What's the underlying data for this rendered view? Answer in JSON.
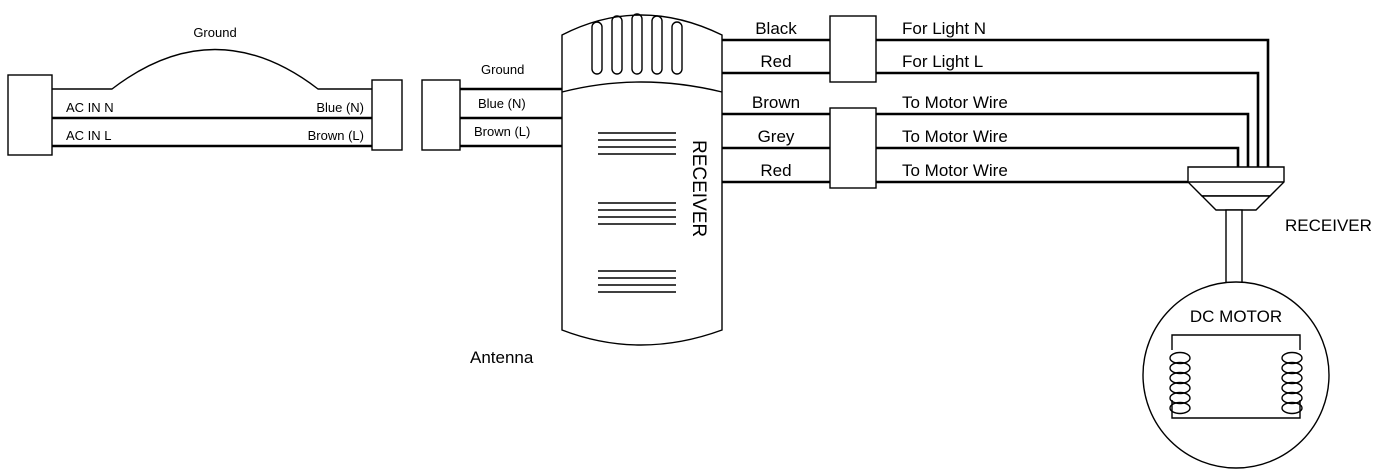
{
  "colors": {
    "line": "#000000",
    "background": "#ffffff"
  },
  "left_harness": {
    "ground_label": "Ground",
    "ac_in_n": "AC IN N",
    "ac_in_l": "AC IN L",
    "blue_n": "Blue (N)",
    "brown_l": "Brown (L)"
  },
  "receiver_inputs": {
    "ground": "Ground",
    "blue_n": "Blue (N)",
    "brown_l": "Brown (L)"
  },
  "receiver_box": {
    "label": "RECEIVER",
    "antenna_label": "Antenna"
  },
  "output_wires": [
    {
      "color": "Black",
      "destination": "For Light N"
    },
    {
      "color": "Red",
      "destination": "For Light L"
    },
    {
      "color": "Brown",
      "destination": "To Motor Wire"
    },
    {
      "color": "Grey",
      "destination": "To Motor Wire"
    },
    {
      "color": "Red",
      "destination": "To Motor Wire"
    }
  ],
  "fan": {
    "receiver_label": "RECEIVER",
    "motor_label": "DC MOTOR"
  }
}
